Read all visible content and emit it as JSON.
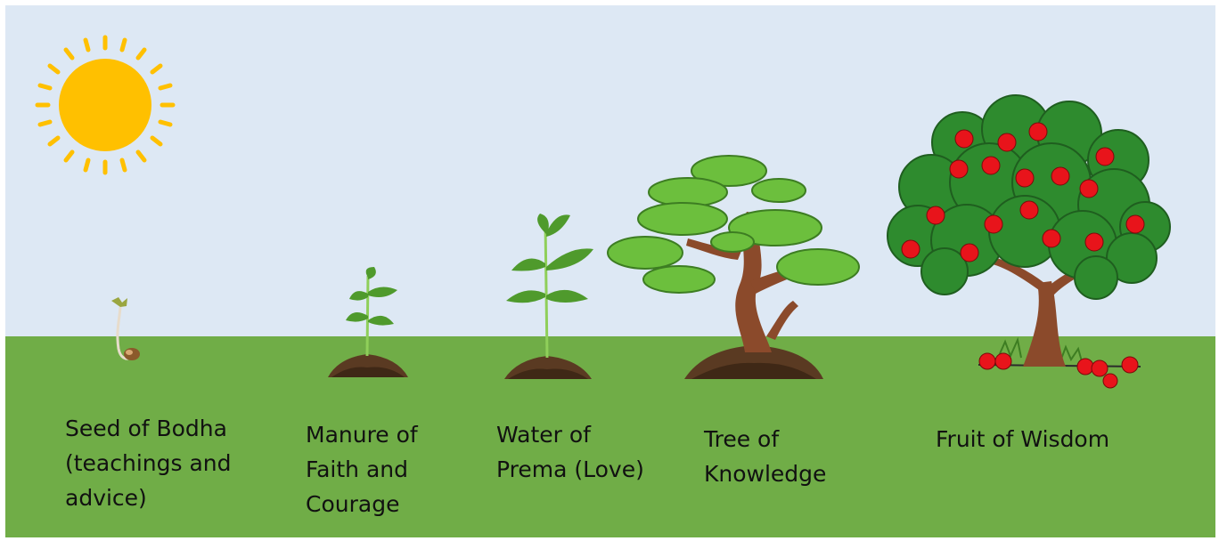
{
  "stages": [
    {
      "id": "seed",
      "lines": [
        "Seed of Bodha",
        "(teachings and",
        "advice)"
      ]
    },
    {
      "id": "manure",
      "lines": [
        "Manure of",
        "Faith and",
        "Courage"
      ]
    },
    {
      "id": "water",
      "lines": [
        "Water of",
        "Prema (Love)"
      ]
    },
    {
      "id": "tree",
      "lines": [
        "Tree of",
        "Knowledge"
      ]
    },
    {
      "id": "fruit",
      "lines": [
        "Fruit of Wisdom"
      ]
    }
  ],
  "colors": {
    "sky": "#dde8f4",
    "ground": "#70ad47",
    "sun": "#ffc000",
    "soil": "#5a3a22",
    "leaf": "#4f9a2c",
    "tree_canopy": "#6cbf3d",
    "trunk": "#8b4a2b",
    "fruit_tree_canopy": "#2e8b2e",
    "fruit": "#e8141b"
  },
  "icons": [
    "sun-icon",
    "sprouting-seed-icon",
    "seedling-icon",
    "young-plant-icon",
    "bonsai-tree-icon",
    "fruit-tree-icon"
  ]
}
